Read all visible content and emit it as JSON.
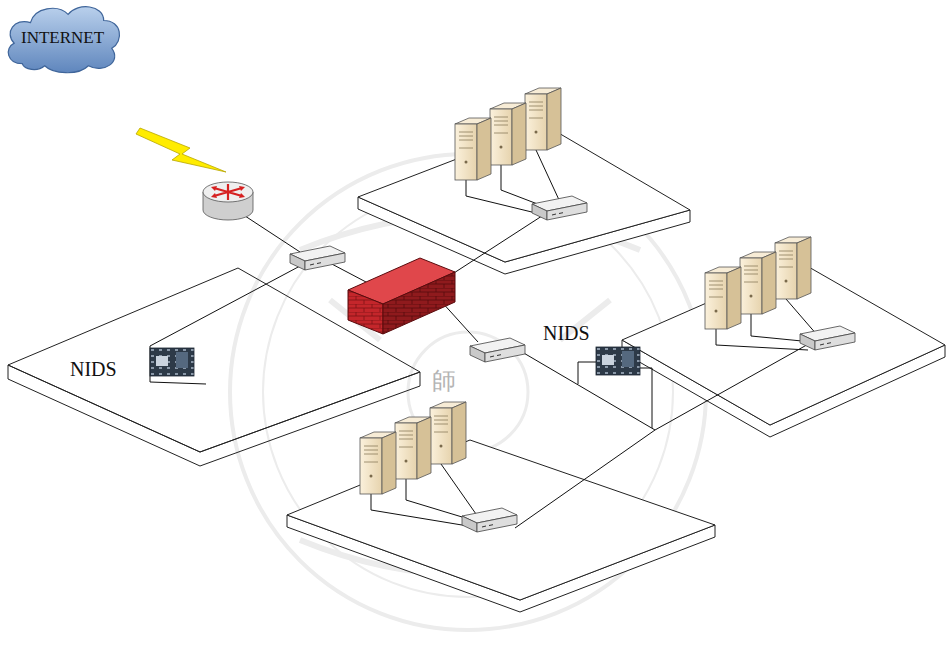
{
  "diagram": {
    "nodes": [
      {
        "text": [
          "INTERNET"
        ]
      },
      {
        "text": [
          "NIDS"
        ]
      }
    ],
    "labels": [
      "NIDS",
      "師"
    ]
  }
}
